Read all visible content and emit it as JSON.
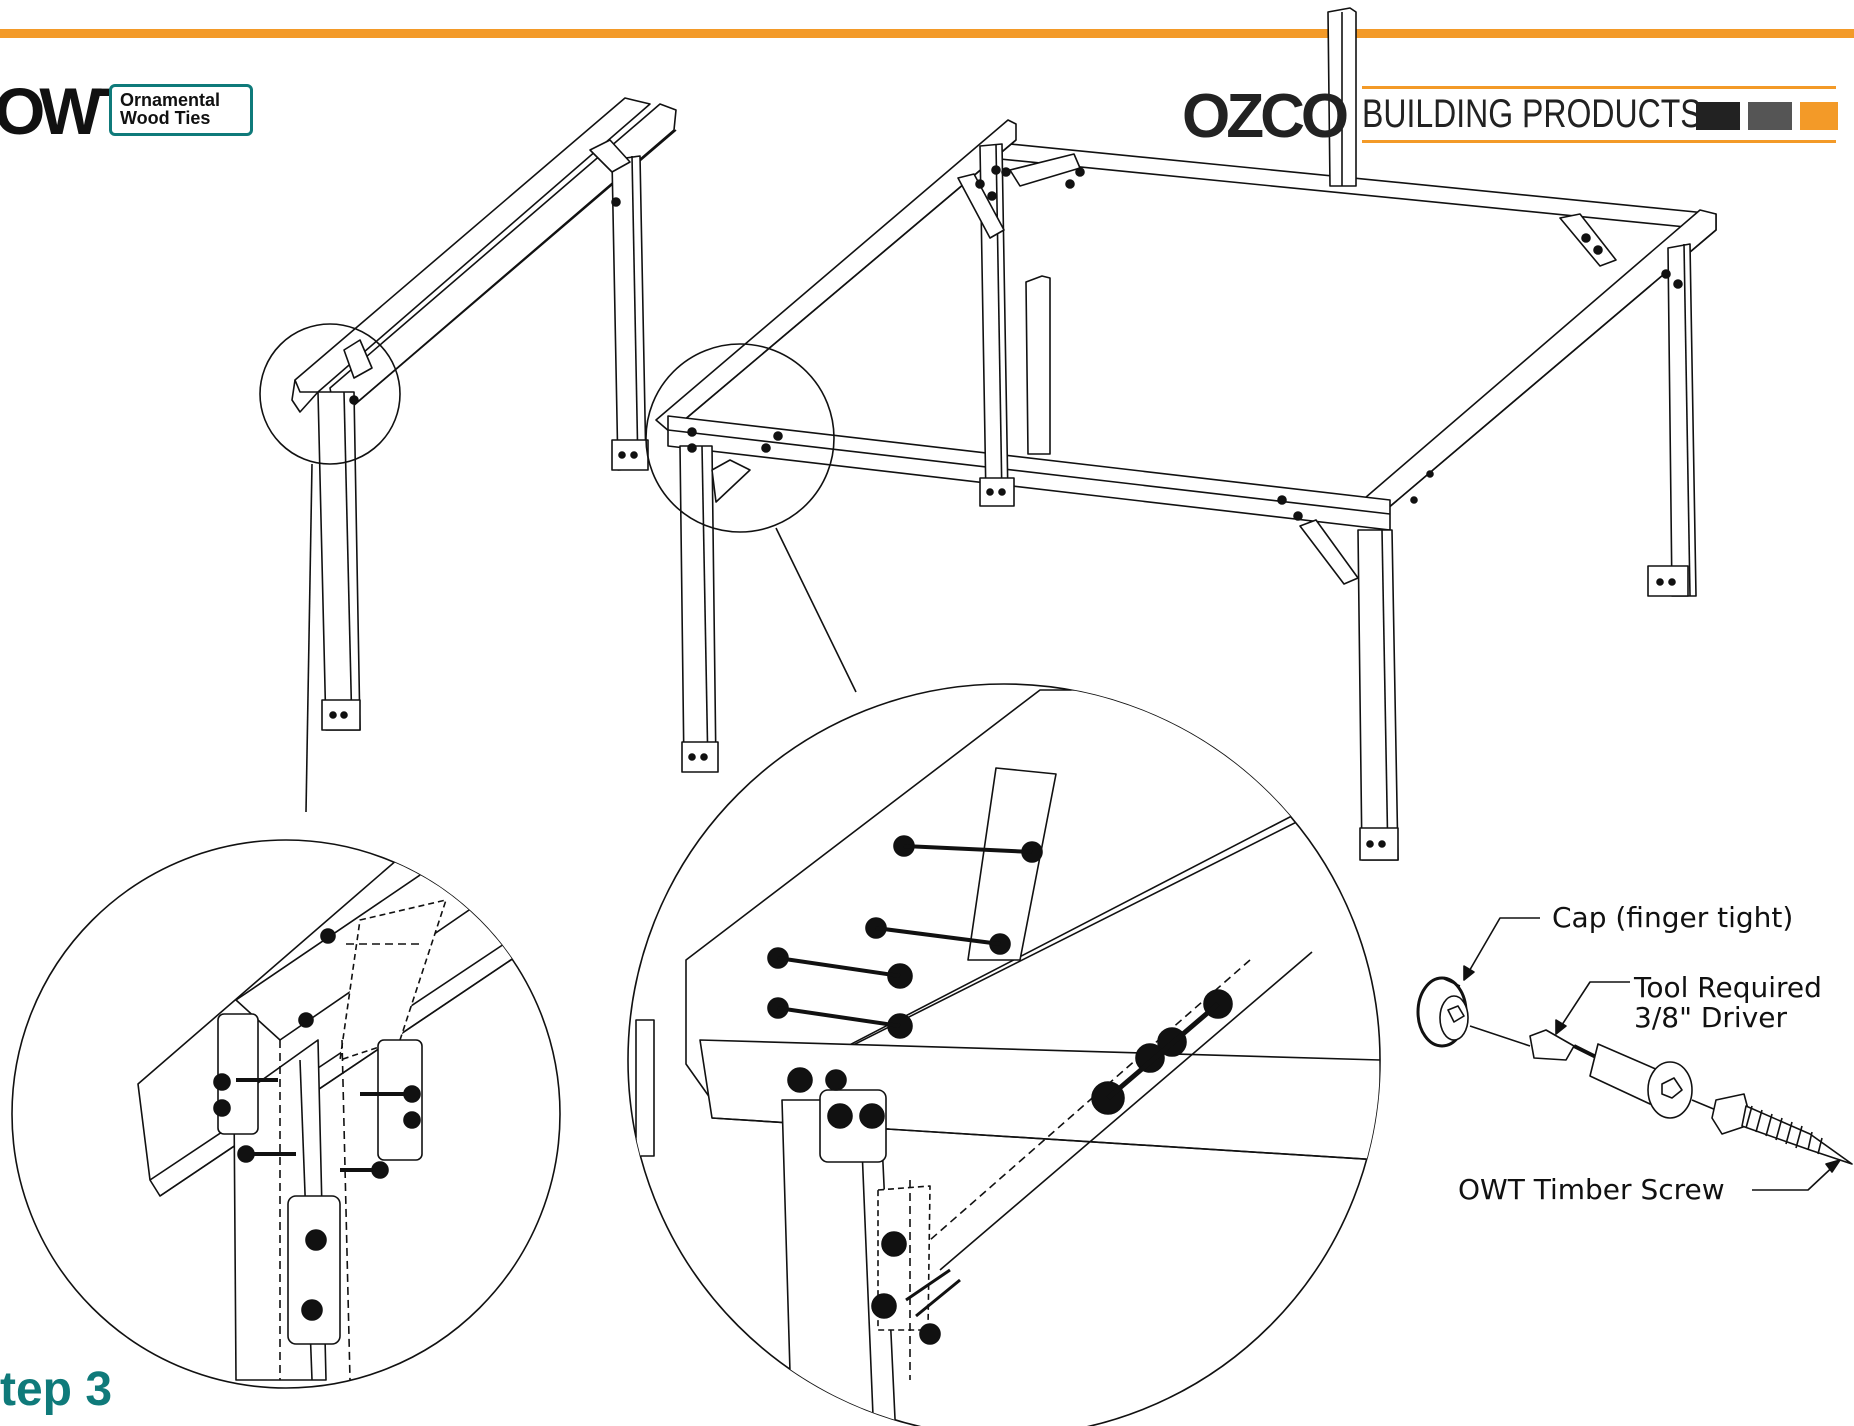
{
  "colors": {
    "accent_bar": "#f39a28",
    "owt_teal": "#0f7a7a",
    "ink": "#111111",
    "ozco_squares": [
      "#222222",
      "#555555",
      "#f39a28"
    ]
  },
  "header": {
    "owt_logo": {
      "letters": "OWT",
      "line1": "Ornamental",
      "line2": "Wood Ties"
    },
    "ozco_logo": {
      "word": "OZCO",
      "tagline": "BUILDING PRODUCTS"
    }
  },
  "callouts": {
    "cap": "Cap (finger tight)",
    "tool_line1": "Tool Required",
    "tool_line2": "3/8\" Driver",
    "screw": "OWT Timber Screw"
  },
  "step": {
    "title": "tep 3"
  }
}
